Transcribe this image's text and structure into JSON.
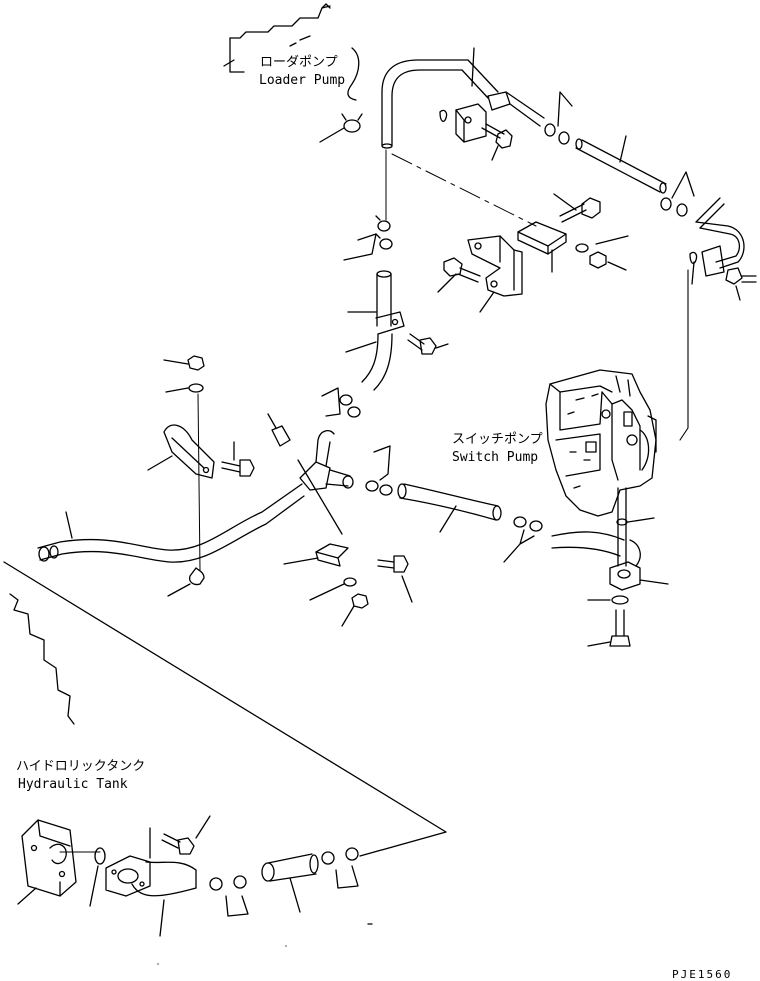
{
  "labels": {
    "loader_pump_jp": "ローダポンプ",
    "loader_pump_en": "Loader Pump",
    "switch_pump_jp": "スイッチポンプ",
    "switch_pump_en": "Switch Pump",
    "hydraulic_tank_jp": "ハイドロリックタンク",
    "hydraulic_tank_en": "Hydraulic Tank",
    "drawing_code": "PJE1560"
  }
}
